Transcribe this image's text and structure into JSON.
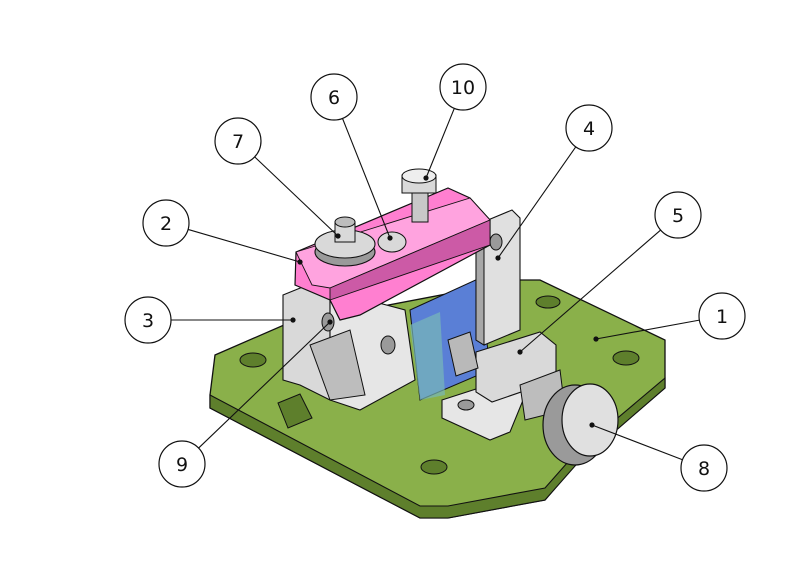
{
  "diagram": {
    "kind": "exploded-assembly-balloons",
    "colors": {
      "base_plate": "#8ab04a",
      "base_plate_dark": "#5e7f2c",
      "clamp_arm": "#ff7fd0",
      "clamp_arm_dark": "#cc5aa6",
      "block_blue": "#5a7fd6",
      "steel": "#d9d9d9",
      "steel_dark": "#9a9a9a",
      "line": "#111111"
    },
    "balloons": [
      {
        "label": "1",
        "part": "base-plate"
      },
      {
        "label": "2",
        "part": "clamp-arm"
      },
      {
        "label": "3",
        "part": "left-support"
      },
      {
        "label": "4",
        "part": "right-support"
      },
      {
        "label": "5",
        "part": "screw-block"
      },
      {
        "label": "6",
        "part": "arm-hole"
      },
      {
        "label": "7",
        "part": "knurled-nut"
      },
      {
        "label": "8",
        "part": "thumb-screw"
      },
      {
        "label": "9",
        "part": "pivot-pin"
      },
      {
        "label": "10",
        "part": "top-screw"
      }
    ]
  }
}
